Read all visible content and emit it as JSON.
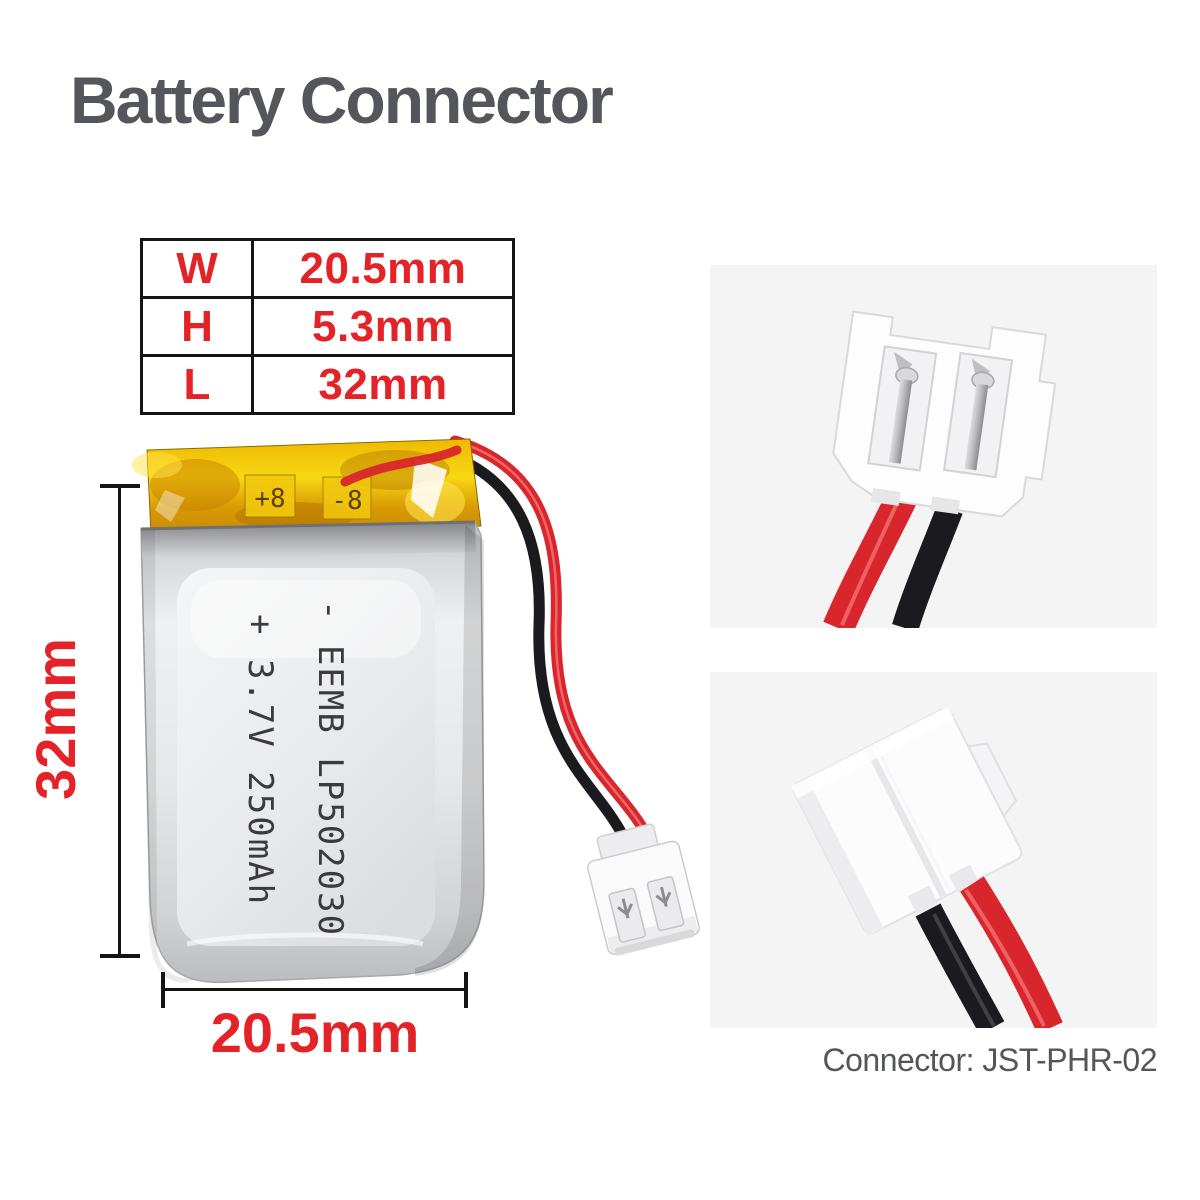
{
  "header": {
    "title": "Battery Connector"
  },
  "spec_table": {
    "rows": [
      {
        "label": "W",
        "value": "20.5mm"
      },
      {
        "label": "H",
        "value": "5.3mm"
      },
      {
        "label": "L",
        "value": "32mm"
      }
    ]
  },
  "battery_photo": {
    "print_line1": "- EEMB LP502030",
    "print_line2": "+ 3.7V 250mAh",
    "tape_markings": [
      "+8",
      "-8"
    ],
    "height_dimension_label": "32mm",
    "width_dimension_label": "20.5mm"
  },
  "connector_photos": {
    "caption": "Connector: JST-PHR-02"
  },
  "colors": {
    "accent_red": "#e42328",
    "title_gray": "#54565b",
    "panel_bg": "#f4f4f5",
    "wire_red": "#d8262c",
    "wire_black": "#1b1b1f",
    "tape_yellow": "#f2c205",
    "dim_line": "#141414"
  }
}
